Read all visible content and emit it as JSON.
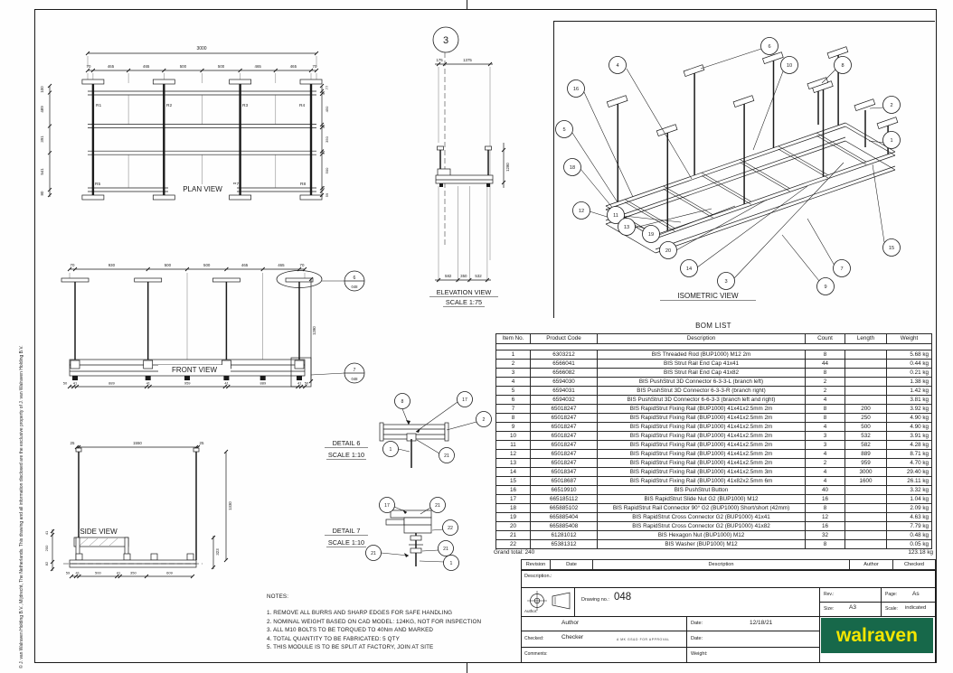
{
  "page": {
    "copyright": "© J. van Walraven Holding B.V., Mijdrecht, The Netherlands. This drawing and all information disclosed are the exclusive property of J. van Walraven Holding B.V."
  },
  "plan_view": {
    "title": "PLAN VIEW",
    "overall_dim": "3000",
    "top_dims": [
      "70",
      "465",
      "465",
      "500",
      "500",
      "465",
      "465",
      "70"
    ],
    "left_dims": [
      "100",
      "489",
      "391",
      "541",
      "80"
    ],
    "right_dims": [
      "77",
      "41",
      "450",
      "41",
      "350",
      "41",
      "500",
      "41",
      "59"
    ],
    "rail_labels": [
      "R1",
      "R2",
      "R3",
      "R4",
      "R5",
      "R7",
      "R8"
    ]
  },
  "elevation_view": {
    "title": "ELEVATION VIEW",
    "scale": "SCALE 1:75",
    "section_marker": "3",
    "top_dims": [
      "175",
      "1375"
    ],
    "height_dim": "1280",
    "bottom_dims": [
      "582",
      "350",
      "532"
    ]
  },
  "front_view": {
    "title": "FRONT VIEW",
    "top_dims": [
      "70",
      "930",
      "500",
      "500",
      "465",
      "465",
      "70"
    ],
    "bottom_dims": [
      "50",
      "41",
      "889",
      "41",
      "959",
      "41",
      "889",
      "41",
      "50"
    ],
    "height_dim": "1280",
    "callouts": [
      {
        "detail": "6",
        "sheet": "048"
      },
      {
        "detail": "7",
        "sheet": "048"
      }
    ]
  },
  "side_view": {
    "title": "SIDE VIEW",
    "top_dims": [
      "25",
      "1550",
      "25"
    ],
    "left_dims": [
      "41",
      "200",
      "82"
    ],
    "right_dims": [
      "1330",
      "323"
    ],
    "bottom_dims": [
      "59",
      "41",
      "500",
      "41",
      "350",
      "609"
    ]
  },
  "detail_6": {
    "title": "DETAIL 6",
    "scale": "SCALE 1:10",
    "callouts": [
      "8",
      "17",
      "2",
      "1",
      "21"
    ]
  },
  "detail_7": {
    "title": "DETAIL 7",
    "scale": "SCALE 1:10",
    "callouts": [
      "17",
      "21",
      "22",
      "21",
      "21",
      "1"
    ]
  },
  "isometric_view": {
    "title": "ISOMETRIC VIEW",
    "callouts": [
      "4",
      "16",
      "5",
      "18",
      "12",
      "11",
      "13",
      "19",
      "20",
      "14",
      "3",
      "6",
      "10",
      "8",
      "2",
      "1",
      "15",
      "7",
      "9"
    ]
  },
  "bom": {
    "title": "BOM LIST",
    "headers": [
      "Item No.",
      "Product Code",
      "Description",
      "Count",
      "Length",
      "Weight"
    ],
    "rows": [
      [
        "1",
        "6303212",
        "BIS Threaded Rod (BUP1000) M12 2m",
        "8",
        "",
        "5.68 kg"
      ],
      [
        "2",
        "6566041",
        "BIS Strut Rail End Cap 41x41",
        "44",
        "",
        "0.44 kg"
      ],
      [
        "3",
        "6566082",
        "BIS Strut Rail End Cap 41x82",
        "8",
        "",
        "0.21 kg"
      ],
      [
        "4",
        "6594030",
        "BIS PushStrut 3D Connector 6-3-3-L (branch left)",
        "2",
        "",
        "1.38 kg"
      ],
      [
        "5",
        "6594031",
        "BIS PushStrut 3D Connector 6-3-3-R (branch right)",
        "2",
        "",
        "1.42 kg"
      ],
      [
        "6",
        "6594032",
        "BIS PushStrut 3D Connector 6-6-3-3 (branch left and right)",
        "4",
        "",
        "3.81 kg"
      ],
      [
        "7",
        "65018247",
        "BIS RapidStrut Fixing Rail (BUP1000) 41x41x2.5mm 2m",
        "8",
        "200",
        "3.92 kg"
      ],
      [
        "8",
        "65018247",
        "BIS RapidStrut Fixing Rail (BUP1000) 41x41x2.5mm 2m",
        "8",
        "250",
        "4.90 kg"
      ],
      [
        "9",
        "65018247",
        "BIS RapidStrut Fixing Rail (BUP1000) 41x41x2.5mm 2m",
        "4",
        "500",
        "4.90 kg"
      ],
      [
        "10",
        "65018247",
        "BIS RapidStrut Fixing Rail (BUP1000) 41x41x2.5mm 2m",
        "3",
        "532",
        "3.91 kg"
      ],
      [
        "11",
        "65018247",
        "BIS RapidStrut Fixing Rail (BUP1000) 41x41x2.5mm 2m",
        "3",
        "582",
        "4.28 kg"
      ],
      [
        "12",
        "65018247",
        "BIS RapidStrut Fixing Rail (BUP1000) 41x41x2.5mm 2m",
        "4",
        "889",
        "8.71 kg"
      ],
      [
        "13",
        "65018247",
        "BIS RapidStrut Fixing Rail (BUP1000) 41x41x2.5mm 2m",
        "2",
        "959",
        "4.70 kg"
      ],
      [
        "14",
        "65018347",
        "BIS RapidStrut Fixing Rail (BUP1000) 41x41x2.5mm 3m",
        "4",
        "3000",
        "29.40 kg"
      ],
      [
        "15",
        "65018687",
        "BIS RapidStrut Fixing Rail (BUP1000) 41x82x2.5mm 6m",
        "4",
        "1600",
        "26.11 kg"
      ],
      [
        "16",
        "66519910",
        "BIS PushStrut Button",
        "40",
        "",
        "3.32 kg"
      ],
      [
        "17",
        "665185112",
        "BIS RapidStrut Slide Nut G2 (BUP1000) M12",
        "16",
        "",
        "1.04 kg"
      ],
      [
        "18",
        "665885102",
        "BIS RapidStrut Rail Connector 90° G2 (BUP1000) Short/short (42mm)",
        "8",
        "",
        "2.09 kg"
      ],
      [
        "19",
        "665885404",
        "BIS RapidStrut Cross Connector G2 (BUP1000) 41x41",
        "12",
        "",
        "4.63 kg"
      ],
      [
        "20",
        "665885408",
        "BIS RapidStrut Cross Connector G2 (BUP1000) 41x82",
        "16",
        "",
        "7.79 kg"
      ],
      [
        "21",
        "61281012",
        "BIS Hexagon Nut (BUP1000) M12",
        "32",
        "",
        "0.48 kg"
      ],
      [
        "22",
        "65381312",
        "BIS Washer (BUP1000) M12",
        "8",
        "",
        "0.05 kg"
      ]
    ],
    "grand_total_label": "Grand total: 240",
    "grand_total_weight": "123.18 kg"
  },
  "revision_table": {
    "headers": [
      "Revision",
      "Date",
      "Description",
      "Author",
      "Checked"
    ]
  },
  "title_block": {
    "description_label": "Description.:",
    "drawing_no_label": "Drawing no.:",
    "drawing_no": "048",
    "rev_label": "Rev.:",
    "page_label": "Page:",
    "page": "As",
    "size_label": "Size:",
    "size": "A3",
    "scale_label": "Scale:",
    "scale": "indicated",
    "author_label": "Author:",
    "author": "Author",
    "checked_label": "Checked:",
    "checked": "Checker",
    "approval_note": "A   MK   GS&D   FOR APPROVAL",
    "date_label": "Date:",
    "date": "12/18/21",
    "date2_label": "Date:",
    "comments_label": "Comments:",
    "weight_label": "Weight:",
    "logo_text": "walraven",
    "logo_bg": "#17684a",
    "logo_color": "#f3e600"
  },
  "notes": {
    "title": "NOTES:",
    "items": [
      "1. REMOVE ALL BURRS AND SHARP EDGES FOR SAFE HANDLING",
      "2. NOMINAL WEIGHT BASED ON CAD MODEL: 124KG, NOT FOR INSPECTION",
      "3. ALL M10 BOLTS TO BE TORQUED TO 40Nm AND MARKED",
      "4. TOTAL QUANTITY TO BE FABRICATED: 5 QTY",
      "5. THIS MODULE IS TO BE SPLIT AT FACTORY, JOIN AT SITE"
    ]
  }
}
